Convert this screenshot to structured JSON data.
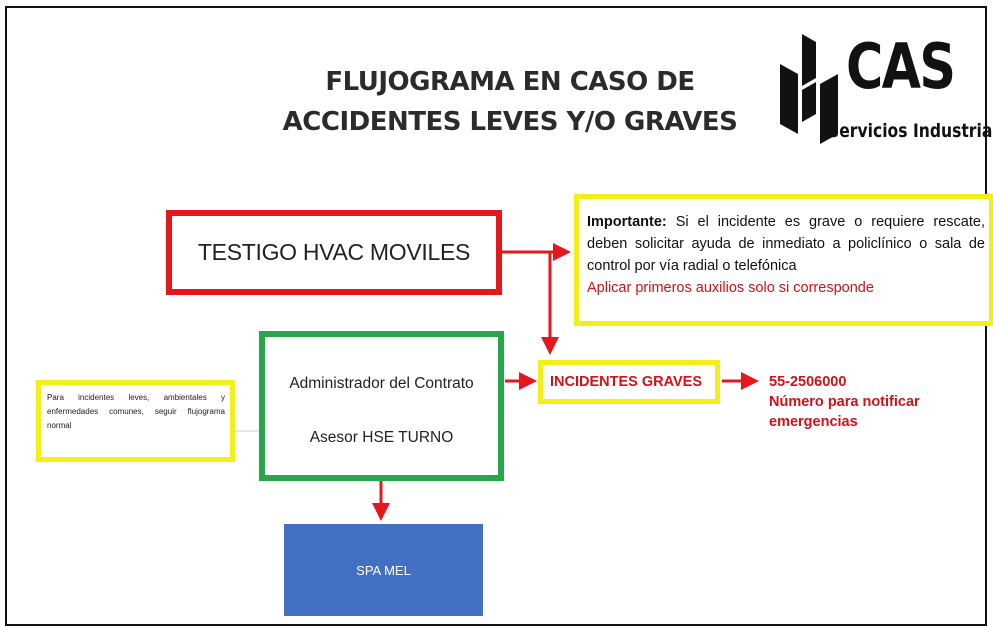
{
  "title": {
    "line1": "FLUJOGRAMA EN CASO DE",
    "line2": "ACCIDENTES LEVES Y/O GRAVES"
  },
  "logo": {
    "brand": "CAS",
    "subtitle": "Servicios Industriales",
    "icon": "cas-logo-icon"
  },
  "nodes": {
    "witness": "TESTIGO HVAC MOVILES",
    "admin_line1": "Administrador del Contrato",
    "admin_line2": "Asesor HSE TURNO",
    "graves": "INCIDENTES GRAVES",
    "spa": "SPA MEL"
  },
  "important": {
    "label": "Importante:",
    "text": " Si el incidente es grave o requiere rescate, deben solicitar ayuda de inmediato a policlínico o sala de control por vía radial o telefónica",
    "note": "Aplicar primeros auxilios solo si corresponde"
  },
  "phone": {
    "number": "55-2506000",
    "line2": "Número para notificar",
    "line3": "emergencias"
  },
  "minor_note": "Para incidentes leves, ambientales y enfermedades comunes, seguir flujograma normal",
  "colors": {
    "red": "#e3171c",
    "yellow": "#f4ee1a",
    "green": "#27a74a",
    "blue": "#4370c3",
    "alert_text": "#d51016"
  }
}
